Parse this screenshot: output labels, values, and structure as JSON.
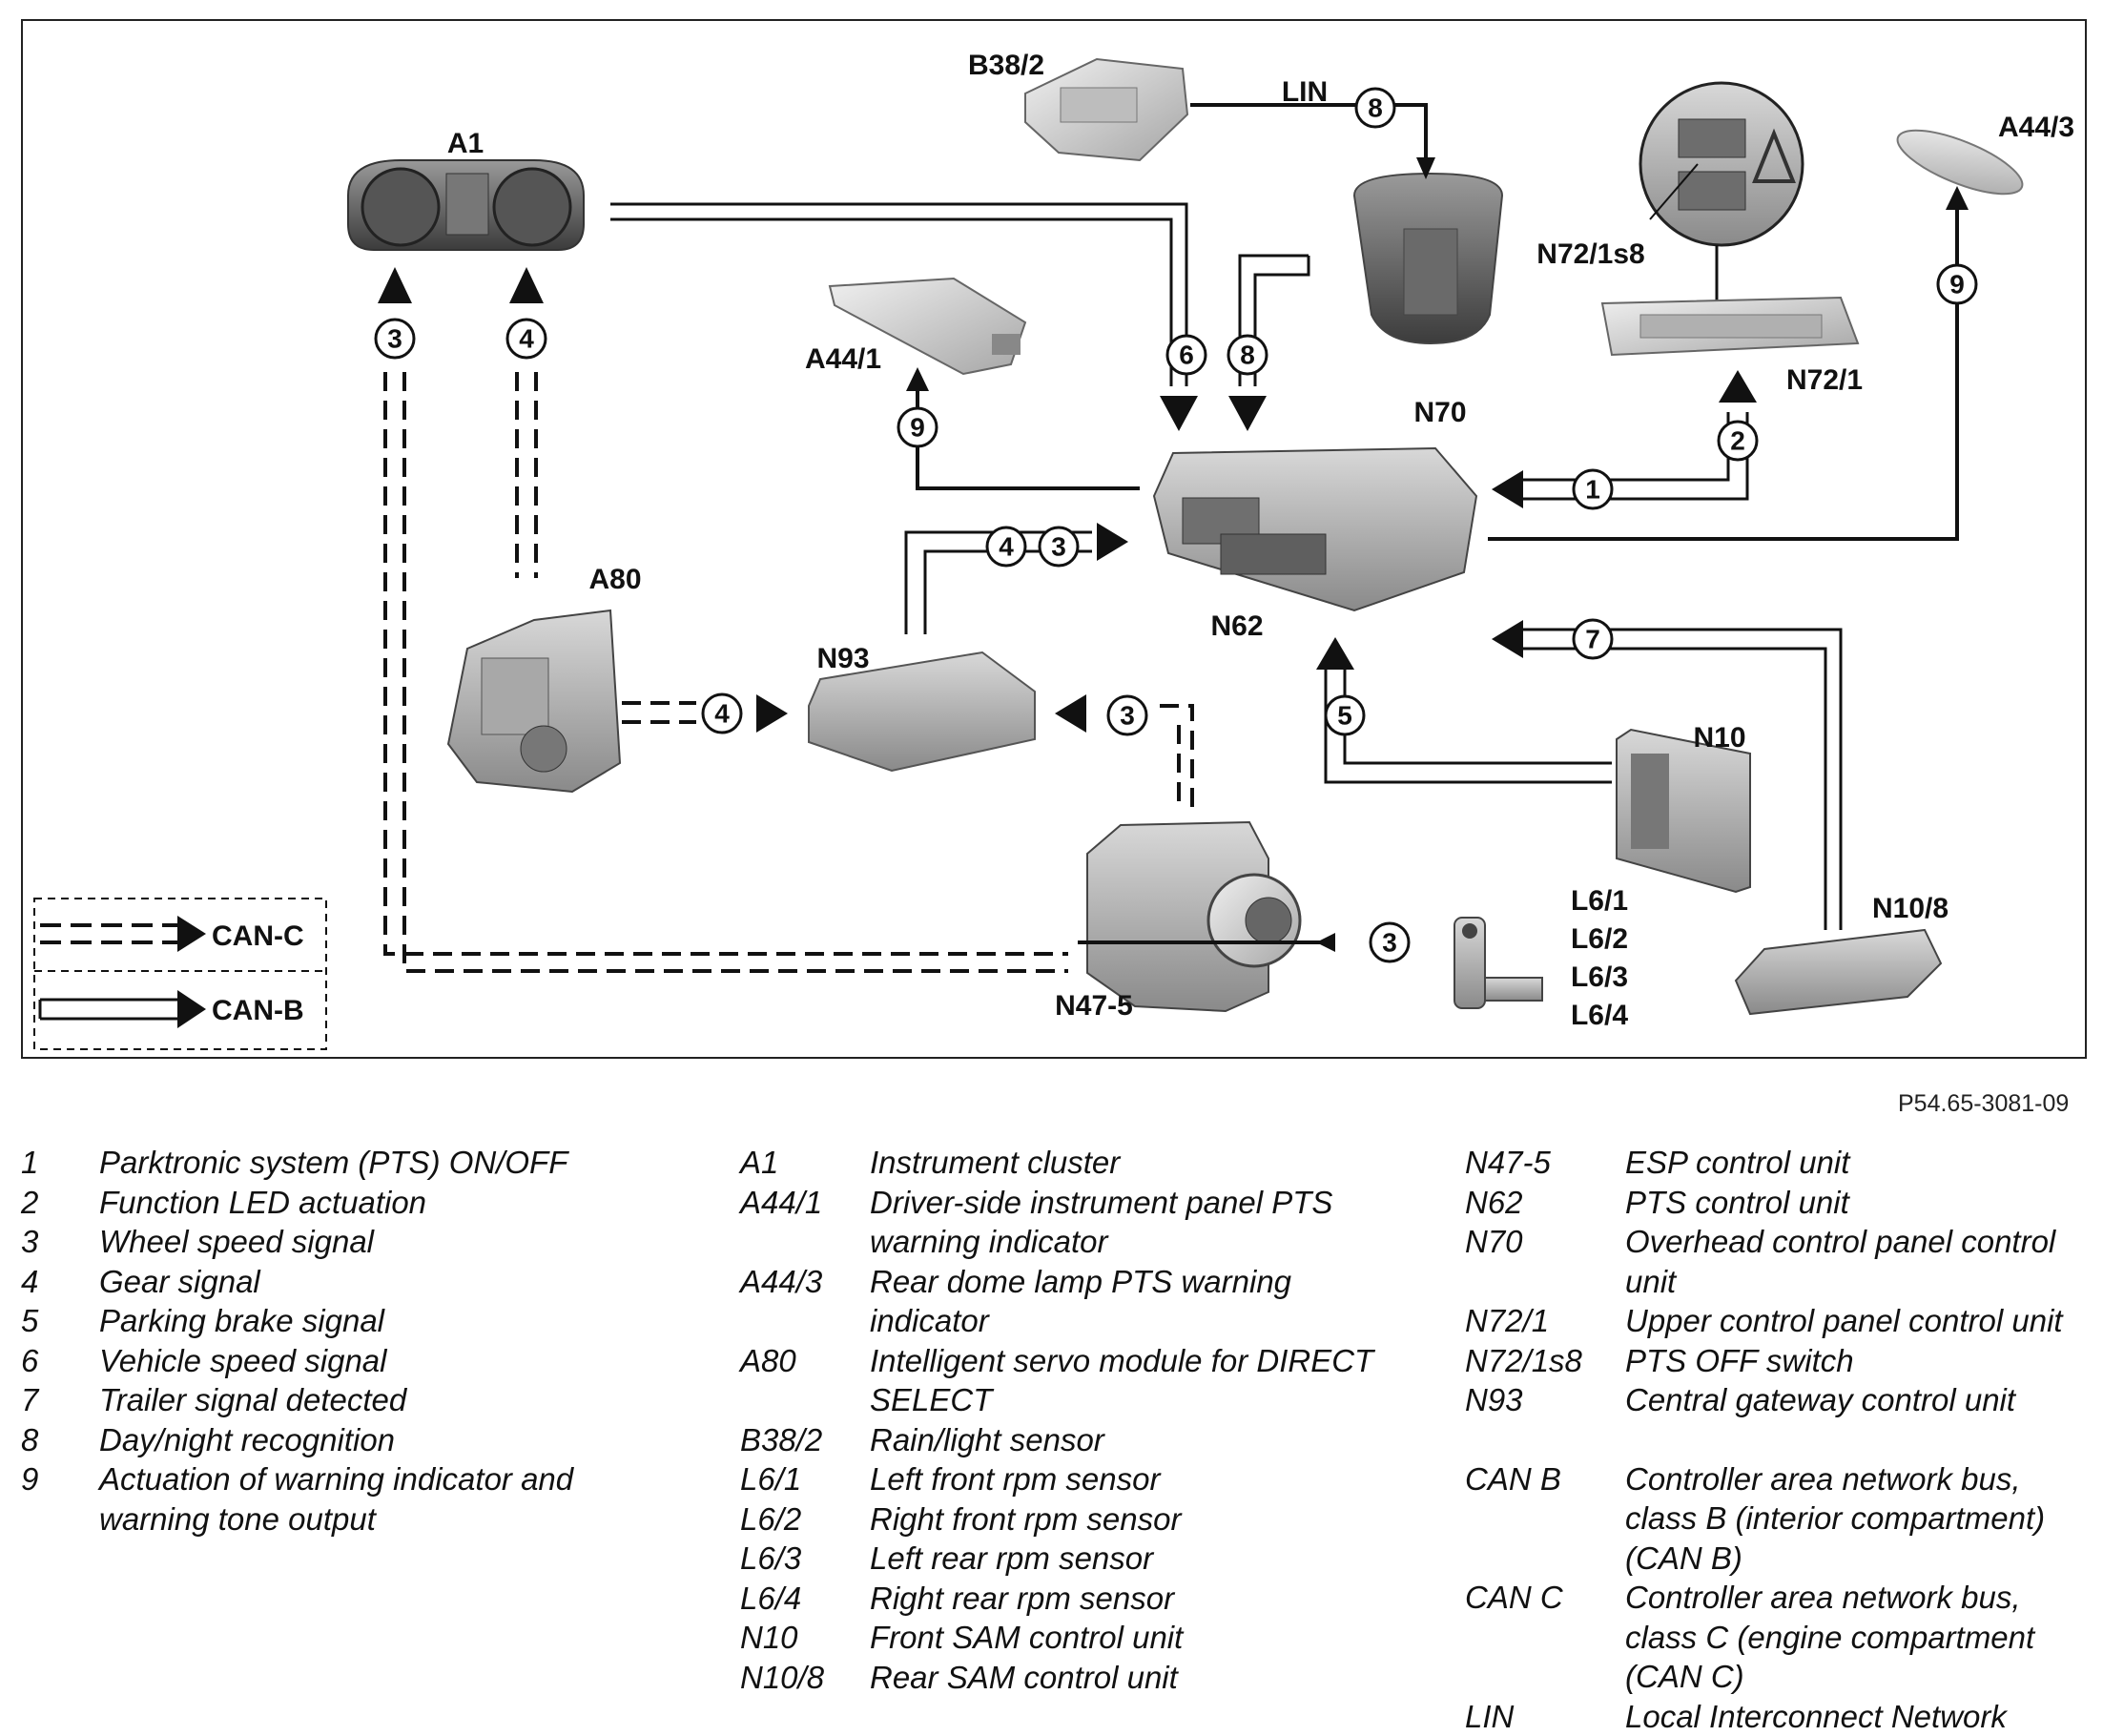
{
  "components": {
    "A1": "A1",
    "B38_2": "B38/2",
    "N70": "N70",
    "N72_1s8": "N72/1s8",
    "N72_1": "N72/1",
    "A44_3": "A44/3",
    "A44_1": "A44/1",
    "A80": "A80",
    "N93": "N93",
    "N62": "N62",
    "N10": "N10",
    "N10_8": "N10/8",
    "N47_5": "N47-5",
    "L6_1": "L6/1",
    "L6_2": "L6/2",
    "L6_3": "L6/3",
    "L6_4": "L6/4"
  },
  "lin_label": "LIN",
  "signal_numbers": {
    "n1": "1",
    "n2": "2",
    "n3": "3",
    "n4": "4",
    "n5": "5",
    "n6": "6",
    "n7": "7",
    "n8": "8",
    "n9": "9"
  },
  "legend": {
    "can_c": "CAN-C",
    "can_b": "CAN-B"
  },
  "reference_code": "P54.65-3081-09",
  "key_signals": [
    {
      "code": "1",
      "desc": "Parktronic system (PTS) ON/OFF"
    },
    {
      "code": "2",
      "desc": "Function LED actuation"
    },
    {
      "code": "3",
      "desc": "Wheel speed signal"
    },
    {
      "code": "4",
      "desc": "Gear signal"
    },
    {
      "code": "5",
      "desc": "Parking brake signal"
    },
    {
      "code": "6",
      "desc": "Vehicle speed signal"
    },
    {
      "code": "7",
      "desc": "Trailer signal detected"
    },
    {
      "code": "8",
      "desc": "Day/night recognition"
    },
    {
      "code": "9",
      "desc": "Actuation of warning indicator and warning tone output"
    }
  ],
  "key_components_1": [
    {
      "code": "A1",
      "desc": "Instrument cluster"
    },
    {
      "code": "A44/1",
      "desc": "Driver-side instrument panel PTS warning indicator"
    },
    {
      "code": "A44/3",
      "desc": "Rear dome lamp PTS warning indicator"
    },
    {
      "code": "A80",
      "desc": "Intelligent servo module for DIRECT SELECT"
    },
    {
      "code": "B38/2",
      "desc": "Rain/light sensor"
    },
    {
      "code": "L6/1",
      "desc": "Left front rpm sensor"
    },
    {
      "code": "L6/2",
      "desc": "Right front rpm sensor"
    },
    {
      "code": "L6/3",
      "desc": "Left rear rpm sensor"
    },
    {
      "code": "L6/4",
      "desc": "Right rear rpm sensor"
    },
    {
      "code": "N10",
      "desc": "Front SAM control unit"
    },
    {
      "code": "N10/8",
      "desc": "Rear SAM control unit"
    }
  ],
  "key_components_2": [
    {
      "code": "N47-5",
      "desc": "ESP control unit"
    },
    {
      "code": "N62",
      "desc": "PTS control unit"
    },
    {
      "code": "N70",
      "desc": "Overhead control panel control unit"
    },
    {
      "code": "N72/1",
      "desc": "Upper control panel control unit"
    },
    {
      "code": "N72/1s8",
      "desc": "PTS OFF switch"
    },
    {
      "code": "N93",
      "desc": "Central gateway control unit"
    }
  ],
  "key_buses": [
    {
      "code": "CAN B",
      "desc": "Controller area network bus, class B (interior compartment) (CAN B)"
    },
    {
      "code": "CAN C",
      "desc": "Controller area network bus, class C (engine compartment (CAN C)"
    },
    {
      "code": "LIN",
      "desc": "Local Interconnect Network"
    }
  ]
}
